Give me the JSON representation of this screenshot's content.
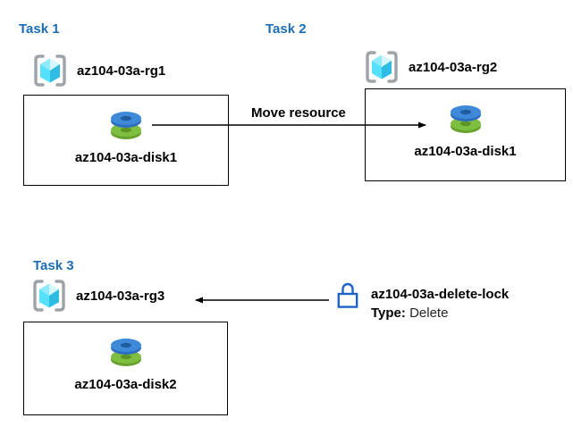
{
  "tasks": [
    {
      "title": "Task 1",
      "rg_label": "az104-03a-rg1",
      "disk_label": "az104-03a-disk1"
    },
    {
      "title": "Task 2",
      "rg_label": "az104-03a-rg2",
      "disk_label": "az104-03a-disk1"
    },
    {
      "title": "Task 3",
      "rg_label": "az104-03a-rg3",
      "disk_label": "az104-03a-disk2"
    }
  ],
  "move_arrow": {
    "label": "Move resource"
  },
  "lock": {
    "name": "az104-03a-delete-lock",
    "type_label": "Type:",
    "type_value": "Delete"
  },
  "icons": {
    "resource_group": "resource-group-icon",
    "disk": "disk-icon",
    "lock": "lock-icon"
  },
  "colors": {
    "panel_bg": "#f1f1f2",
    "title_blue": "#1c6db5",
    "lock_blue": "#1e64c8",
    "arrow_black": "#000000",
    "disk_blue": "#3e89d8",
    "disk_green": "#7ebe41",
    "cube_cyan": "#55e1fb",
    "bracket_gray": "#9ea3a8"
  }
}
